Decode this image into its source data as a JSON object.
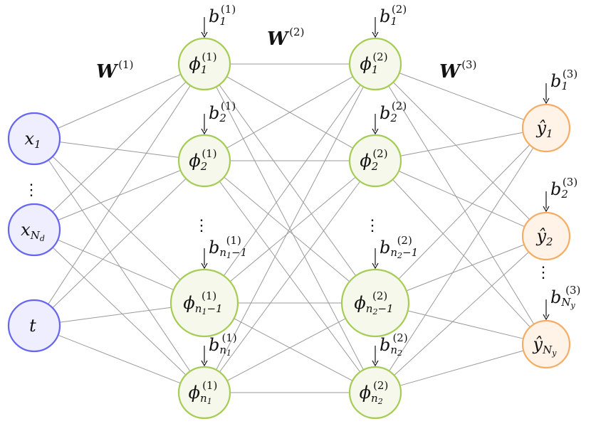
{
  "layers": {
    "input": [
      {
        "main": "x",
        "sub": "1",
        "subsub": "",
        "sup": ""
      },
      {
        "main": "x",
        "sub": "N",
        "subsub": "d",
        "sup": ""
      },
      {
        "main": "t",
        "sub": "",
        "subsub": "",
        "sup": ""
      }
    ],
    "hidden1": [
      {
        "main": "ϕ",
        "sub": "1",
        "subsub": "",
        "sup": "(1)"
      },
      {
        "main": "ϕ",
        "sub": "2",
        "subsub": "",
        "sup": "(1)"
      },
      {
        "main": "ϕ",
        "sub": "n",
        "subsub": "1",
        "tail": "−1",
        "sup": "(1)"
      },
      {
        "main": "ϕ",
        "sub": "n",
        "subsub": "1",
        "sup": "(1)"
      }
    ],
    "hidden2": [
      {
        "main": "ϕ",
        "sub": "1",
        "subsub": "",
        "sup": "(2)"
      },
      {
        "main": "ϕ",
        "sub": "2",
        "subsub": "",
        "sup": "(2)"
      },
      {
        "main": "ϕ",
        "sub": "n",
        "subsub": "2",
        "tail": "−1",
        "sup": "(2)"
      },
      {
        "main": "ϕ",
        "sub": "n",
        "subsub": "2",
        "sup": "(2)"
      }
    ],
    "output": [
      {
        "main": "ŷ",
        "sub": "1",
        "subsub": "",
        "sup": ""
      },
      {
        "main": "ŷ",
        "sub": "2",
        "subsub": "",
        "sup": ""
      },
      {
        "main": "ŷ",
        "sub": "N",
        "subsub": "y",
        "sup": ""
      }
    ]
  },
  "biases": {
    "hidden1": [
      {
        "main": "b",
        "sub": "1",
        "subsub": "",
        "sup": "(1)"
      },
      {
        "main": "b",
        "sub": "2",
        "subsub": "",
        "sup": "(1)"
      },
      {
        "main": "b",
        "sub": "n",
        "subsub": "1",
        "tail": "−1",
        "sup": "(1)"
      },
      {
        "main": "b",
        "sub": "n",
        "subsub": "1",
        "sup": "(1)"
      }
    ],
    "hidden2": [
      {
        "main": "b",
        "sub": "1",
        "subsub": "",
        "sup": "(2)"
      },
      {
        "main": "b",
        "sub": "2",
        "subsub": "",
        "sup": "(2)"
      },
      {
        "main": "b",
        "sub": "n",
        "subsub": "2",
        "tail": "−1",
        "sup": "(2)"
      },
      {
        "main": "b",
        "sub": "n",
        "subsub": "2",
        "sup": "(2)"
      }
    ],
    "output": [
      {
        "main": "b",
        "sub": "1",
        "subsub": "",
        "sup": "(3)"
      },
      {
        "main": "b",
        "sub": "2",
        "subsub": "",
        "sup": "(3)"
      },
      {
        "main": "b",
        "sub": "N",
        "subsub": "y",
        "sup": "(3)"
      }
    ]
  },
  "weights": [
    {
      "main": "W",
      "sup": "(1)"
    },
    {
      "main": "W",
      "sup": "(2)"
    },
    {
      "main": "W",
      "sup": "(3)"
    }
  ],
  "ellipsis": "⋮",
  "colors": {
    "input_stroke": "#6666ee",
    "input_fill": "#eeeeff",
    "hidden_stroke": "#a6cc55",
    "hidden_fill": "#f5f8ea",
    "output_stroke": "#f5ad66",
    "output_fill": "#fff3e8",
    "edge": "#9a9a9a"
  }
}
